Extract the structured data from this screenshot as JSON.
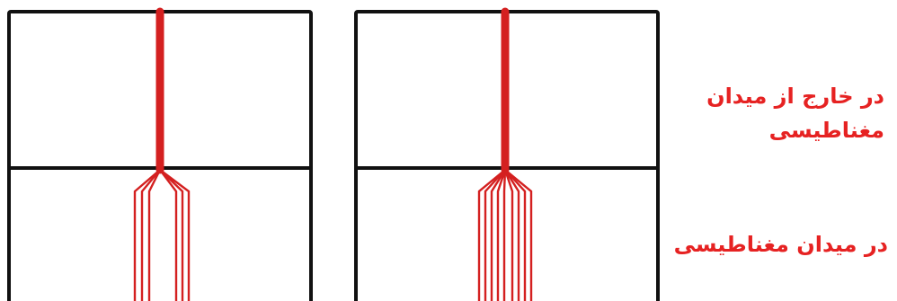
{
  "labels": {
    "outside_line1": "در خارج از میدان",
    "outside_line2": "مغناطیسی",
    "inside": "در میدان مغناطیسی"
  },
  "colors": {
    "line": "#d42020",
    "text": "#e62222",
    "frame": "#111111"
  }
}
